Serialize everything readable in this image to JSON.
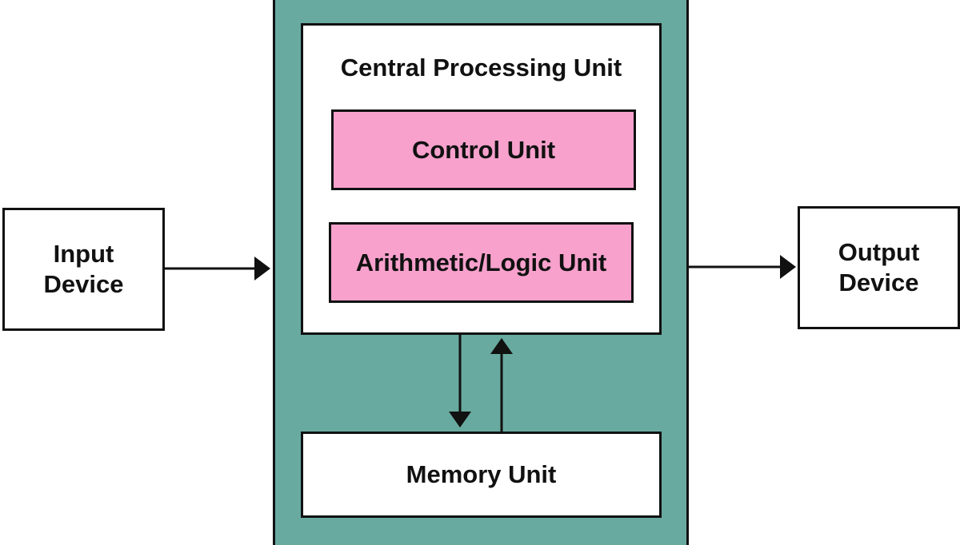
{
  "diagram": {
    "input_device": "Input\nDevice",
    "output_device": "Output\nDevice",
    "cpu": {
      "title": "Central Processing Unit",
      "control_unit": "Control Unit",
      "alu": "Arithmetic/Logic Unit"
    },
    "memory_unit": "Memory Unit"
  },
  "colors": {
    "enclosure": "#68aaa0",
    "inner_units": "#f7a1cc",
    "boxes": "#ffffff",
    "lines": "#111111"
  }
}
